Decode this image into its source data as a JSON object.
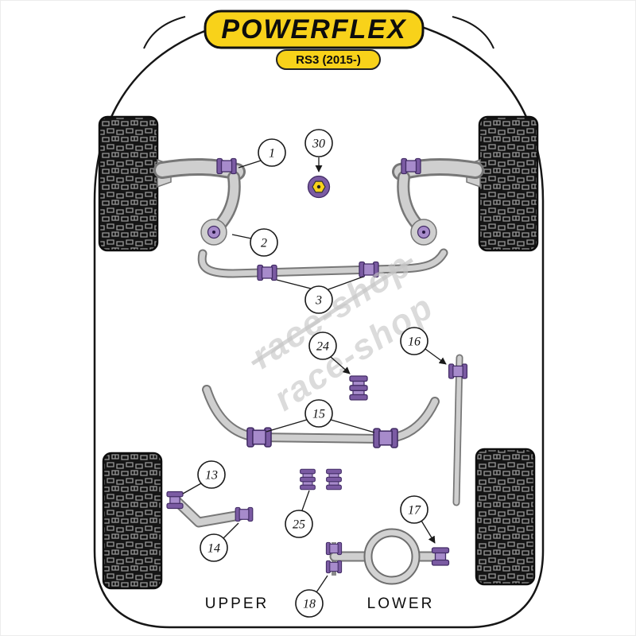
{
  "brand": {
    "logo_text": "POWERFLEX",
    "model_badge": "RS3 (2015-)"
  },
  "watermark": {
    "line1": "race-shop",
    "line2": "race-shop"
  },
  "labels": {
    "upper": "UPPER",
    "lower": "LOWER"
  },
  "callouts": [
    {
      "number": "1"
    },
    {
      "number": "30"
    },
    {
      "number": "2"
    },
    {
      "number": "3"
    },
    {
      "number": "24"
    },
    {
      "number": "16"
    },
    {
      "number": "15"
    },
    {
      "number": "13"
    },
    {
      "number": "14"
    },
    {
      "number": "25"
    },
    {
      "number": "17"
    },
    {
      "number": "18"
    }
  ],
  "colors": {
    "brand_yellow": "#F8D21A",
    "bushing_purple": "#A78BCB",
    "bushing_purple_dark": "#7B5BA3",
    "metal_gray": "#CFCFCF",
    "watermark_gray": "#C6C6C6",
    "outline_black": "#161616"
  }
}
